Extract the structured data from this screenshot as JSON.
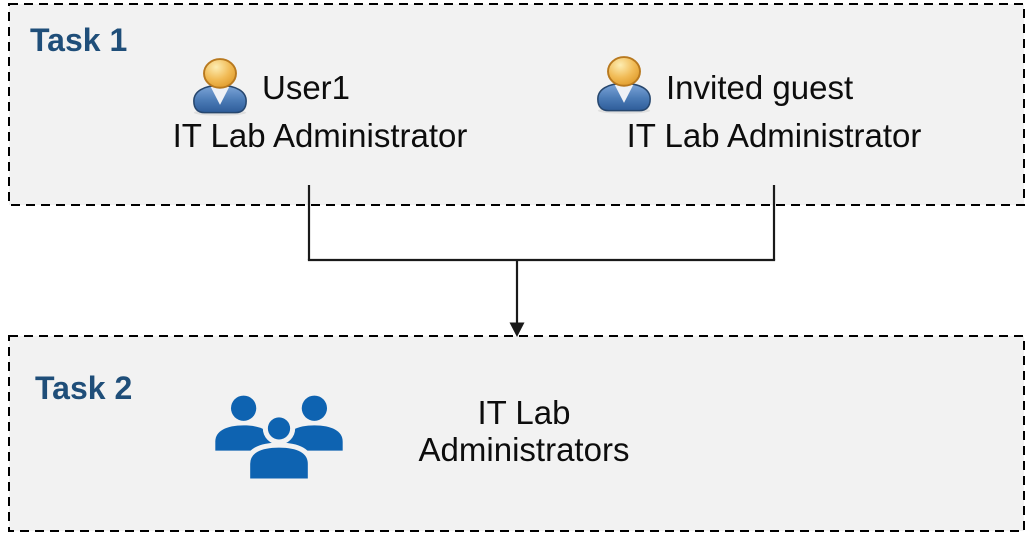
{
  "task1": {
    "label": "Task 1",
    "users": [
      {
        "name": "User1",
        "role": "IT Lab Administrator",
        "icon": "person-icon"
      },
      {
        "name": "Invited guest",
        "role": "IT Lab Administrator",
        "icon": "person-icon"
      }
    ]
  },
  "task2": {
    "label": "Task 2",
    "group": {
      "icon": "people-group-icon",
      "lines": [
        "IT Lab",
        "Administrators"
      ]
    }
  },
  "connector": {
    "description": "both Task 1 users merge into one arrow pointing to Task 2 group"
  },
  "colors": {
    "task_label_blue": "#1f4e79",
    "box_fill": "#f2f2f2",
    "box_border": "#000000",
    "connector_line": "#1a1a1a",
    "text": "#0d0d0d",
    "group_icon_blue": "#0e63b1",
    "person_icon_head_gold": "#e8a63a",
    "person_icon_body_blue": "#3f6fa8"
  }
}
